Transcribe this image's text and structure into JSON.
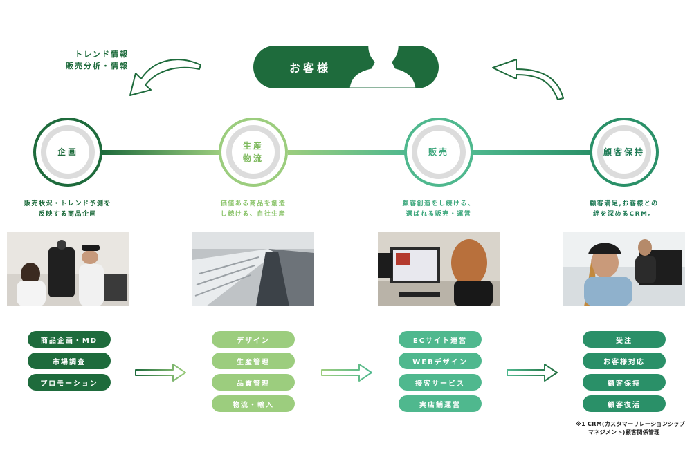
{
  "customer": {
    "label": "お客様"
  },
  "top_note": {
    "line1": "トレンド情報",
    "line2": "販売分析・情報"
  },
  "colors": {
    "dark_green": "#1e6b3c",
    "mid_green": "#2a9068",
    "light_green": "#9ccd7e",
    "teal_green": "#4fb88e"
  },
  "stages": [
    {
      "label": "企画",
      "desc1": "販売状況・トレンド予測を",
      "desc2": "反映する商品企画",
      "tasks": [
        "商品企画・MD",
        "市場調査",
        "プロモーション"
      ]
    },
    {
      "label_line1": "生産",
      "label_line2": "物流",
      "desc1": "価値ある商品を創造",
      "desc2": "し続ける、自社生産",
      "tasks": [
        "デザイン",
        "生産管理",
        "品質管理",
        "物流・輸入"
      ]
    },
    {
      "label": "販売",
      "desc1": "顧客創造をし続ける、",
      "desc2": "選ばれる販売・運営",
      "tasks": [
        "ECサイト運営",
        "WEBデザイン",
        "接客サービス",
        "実店舗運営"
      ]
    },
    {
      "label": "顧客保持",
      "desc1": "顧客満足,お客様との",
      "desc2": "絆を深めるCRM。",
      "tasks": [
        "受注",
        "お客様対応",
        "顧客保持",
        "顧客復活"
      ]
    }
  ],
  "footnote": {
    "line1": "※1 CRM(カスタマーリレーションシップ",
    "line2": "マネジメント)顧客関係管理"
  }
}
